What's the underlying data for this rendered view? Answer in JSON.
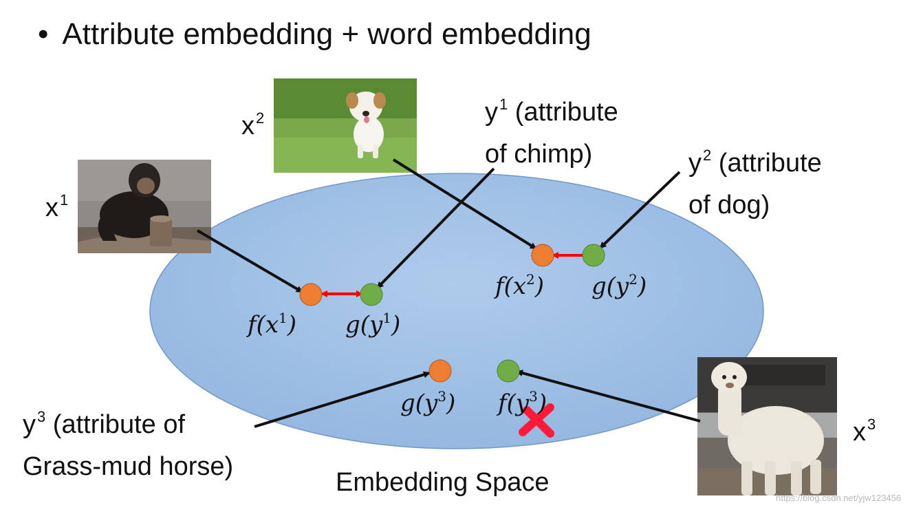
{
  "title": "Attribute embedding + word embedding",
  "bullet": "•",
  "images": [
    {
      "id": "x1",
      "depicts": "chimpanzee-photo"
    },
    {
      "id": "x2",
      "depicts": "dog-photo"
    },
    {
      "id": "x3",
      "depicts": "alpaca-photo"
    }
  ],
  "inputs": {
    "x1": {
      "base": "x",
      "sup": "1"
    },
    "x2": {
      "base": "x",
      "sup": "2"
    },
    "x3": {
      "base": "x",
      "sup": "3"
    }
  },
  "attributes": {
    "y1": {
      "base": "y",
      "sup": "1",
      "line1": " (attribute",
      "line2": "of chimp)"
    },
    "y2": {
      "base": "y",
      "sup": "2",
      "line1": " (attribute",
      "line2": "of dog)"
    },
    "y3": {
      "base": "y",
      "sup": "3",
      "line1": " (attribute of",
      "line2": "Grass-mud horse)"
    }
  },
  "points": {
    "f_x1": {
      "fn": "f",
      "var": "x",
      "sup": "1"
    },
    "g_y1": {
      "fn": "g",
      "var": "y",
      "sup": "1"
    },
    "f_x2": {
      "fn": "f",
      "var": "x",
      "sup": "2"
    },
    "g_y2": {
      "fn": "g",
      "var": "y",
      "sup": "2"
    },
    "g_y3": {
      "fn": "g",
      "var": "y",
      "sup": "3"
    },
    "f_y3": {
      "fn": "f",
      "var": "y",
      "sup": "3"
    }
  },
  "space_label": "Embedding Space",
  "watermark": "https://blog.csdn.net/yjw123456",
  "colors": {
    "ellipse": "#a4c2e6",
    "ellipse_stroke": "#6f97c9",
    "f_point": "#ed7d31",
    "g_point": "#70ad47",
    "arrow": "#111111",
    "match_arrow": "#ff0000",
    "cross": "#ff1a3a"
  }
}
